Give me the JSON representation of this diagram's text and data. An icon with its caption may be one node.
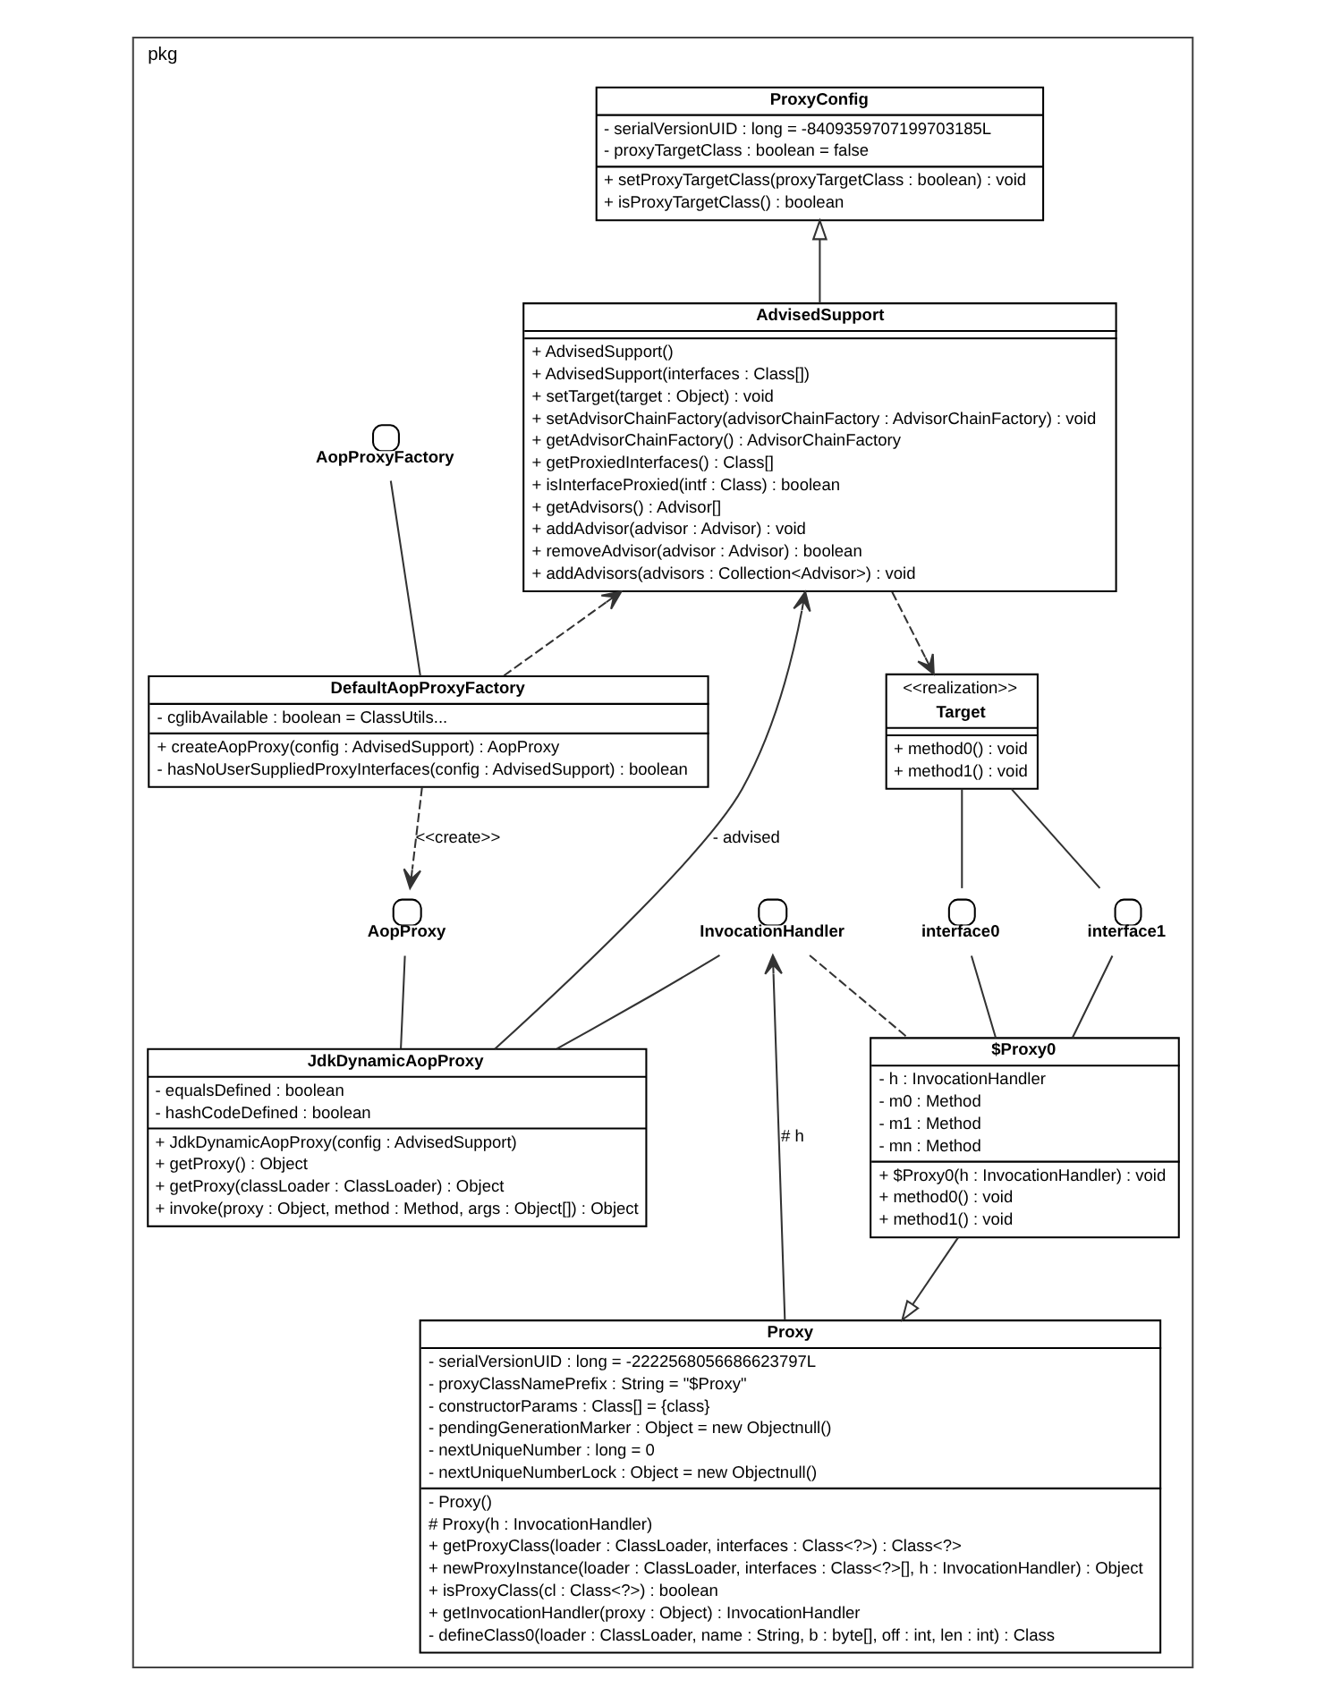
{
  "diagram": {
    "nodes": [
      {
        "text": [
          "pkg"
        ]
      },
      {
        "text": [
          "ProxyConfig",
          "- serialVersionUID : long = -8409359707199703185L",
          "- proxyTargetClass : boolean = false",
          "+ setProxyTargetClass(proxyTargetClass : boolean) : void",
          "+ isProxyTargetClass() : boolean"
        ],
        "in": 0
      },
      {
        "text": [
          "AopProxyFactory"
        ],
        "in": 0
      },
      {
        "text": [
          "AdvisedSupport",
          "+ AdvisedSupport()",
          "+ AdvisedSupport(interfaces : Class[])",
          "+ setTarget(target : Object) : void",
          "+ setAdvisorChainFactory(advisorChainFactory : AdvisorChainFactory) : void",
          "+ getAdvisorChainFactory() : AdvisorChainFactory",
          "+ getProxiedInterfaces() : Class[]",
          "+ isInterfaceProxied(intf : Class) : boolean",
          "+ getAdvisors() : Advisor[]",
          "+ addAdvisor(advisor : Advisor) : void",
          "+ removeAdvisor(advisor : Advisor) : boolean",
          "+ addAdvisors(advisors : Collection<Advisor>) : void"
        ],
        "in": 0
      },
      {
        "text": [
          "DefaultAopProxyFactory",
          "- cglibAvailable : boolean = ClassUtils...",
          "+ createAopProxy(config : AdvisedSupport) : AopProxy",
          "- hasNoUserSuppliedProxyInterfaces(config : AdvisedSupport) : boolean"
        ],
        "in": 0
      },
      {
        "text": [
          "<<realization>>",
          "Target",
          "+ method0() : void",
          "+ method1() : void"
        ],
        "in": 0
      },
      {
        "text": [
          "InvocationHandler"
        ],
        "in": 0
      },
      {
        "text": [
          "AopProxy"
        ],
        "in": 0
      },
      {
        "text": [
          "interface0"
        ],
        "in": 0
      },
      {
        "text": [
          "interface1"
        ],
        "in": 0
      },
      {
        "text": [
          "JdkDynamicAopProxy",
          "- equalsDefined : boolean",
          "- hashCodeDefined : boolean",
          "+ JdkDynamicAopProxy(config : AdvisedSupport)",
          "+ getProxy() : Object",
          "+ getProxy(classLoader : ClassLoader) : Object",
          "+ invoke(proxy : Object, method : Method, args : Object[]) : Object"
        ],
        "in": 0
      },
      {
        "text": [
          "$Proxy0",
          "- h : InvocationHandler",
          "- m0 : Method",
          "- m1 : Method",
          "- mn : Method",
          "+ $Proxy0(h : InvocationHandler) : void",
          "+ method0() : void",
          "+ method1() : void"
        ],
        "in": 0
      },
      {
        "text": [
          "Proxy",
          "- serialVersionUID : long = -2222568056686623797L",
          "- proxyClassNamePrefix : String = \"$Proxy\"",
          "- constructorParams : Class[] = {class}",
          "- pendingGenerationMarker : Object = new Objectnull()",
          "- nextUniqueNumber : long = 0",
          "- nextUniqueNumberLock : Object = new Objectnull()",
          "- Proxy()",
          "# Proxy(h : InvocationHandler)",
          "+ getProxyClass(loader : ClassLoader, interfaces : Class<?>) : Class<?>",
          "+ newProxyInstance(loader : ClassLoader, interfaces : Class<?>[], h : InvocationHandler) : Object",
          "+ isProxyClass(cl : Class<?>) : boolean",
          "+ getInvocationHandler(proxy : Object) : InvocationHandler",
          "- defineClass0(loader : ClassLoader, name : String, b : byte[], off : int, len : int) : Class"
        ],
        "in": 0
      }
    ],
    "edges": [
      {
        "from": 3,
        "to": 1,
        "arrow": "to"
      },
      {
        "from": 4,
        "to": 3,
        "arrow": "to",
        "style": "dashed"
      },
      {
        "from": 2,
        "to": 4,
        "arrow": "none"
      },
      {
        "from": 4,
        "to": 7,
        "arrow": "to",
        "style": "dashed",
        "label": "<<create>>"
      },
      {
        "from": 3,
        "to": 5,
        "arrow": "to",
        "style": "dashed"
      },
      {
        "from": 10,
        "to": 3,
        "arrow": "to",
        "label": "- advised"
      },
      {
        "from": 10,
        "to": 6,
        "arrow": "none"
      },
      {
        "from": 10,
        "to": 7,
        "arrow": "none"
      },
      {
        "from": 12,
        "to": 6,
        "arrow": "to",
        "label": "# h"
      },
      {
        "from": 11,
        "to": 6,
        "arrow": "none",
        "style": "dashed"
      },
      {
        "from": 5,
        "to": 8,
        "arrow": "none"
      },
      {
        "from": 5,
        "to": 9,
        "arrow": "none"
      },
      {
        "from": 8,
        "to": 11,
        "arrow": "none"
      },
      {
        "from": 9,
        "to": 11,
        "arrow": "none"
      },
      {
        "from": 11,
        "to": 12,
        "arrow": "to"
      }
    ]
  }
}
